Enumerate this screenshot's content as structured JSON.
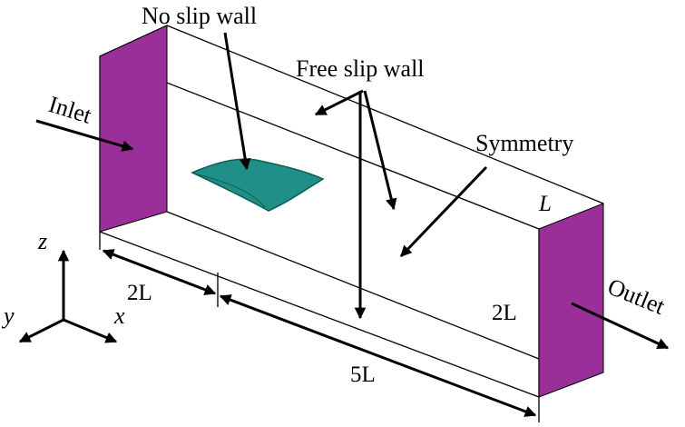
{
  "colors": {
    "inlet_face": "#9b2f9a",
    "outlet_face": "#9b2f9a",
    "plate": "#1f8f87",
    "plate_edge": "#0f5f5a",
    "line": "#000000"
  },
  "labels": {
    "no_slip": "No slip wall",
    "free_slip": "Free slip wall",
    "symmetry": "Symmetry",
    "inlet": "Inlet",
    "outlet": "Outlet"
  },
  "dimensions": {
    "depth": "L",
    "width_left": "2L",
    "length": "5L",
    "height": "2L"
  },
  "axes": {
    "z": "z",
    "y": "y",
    "x": "x"
  }
}
